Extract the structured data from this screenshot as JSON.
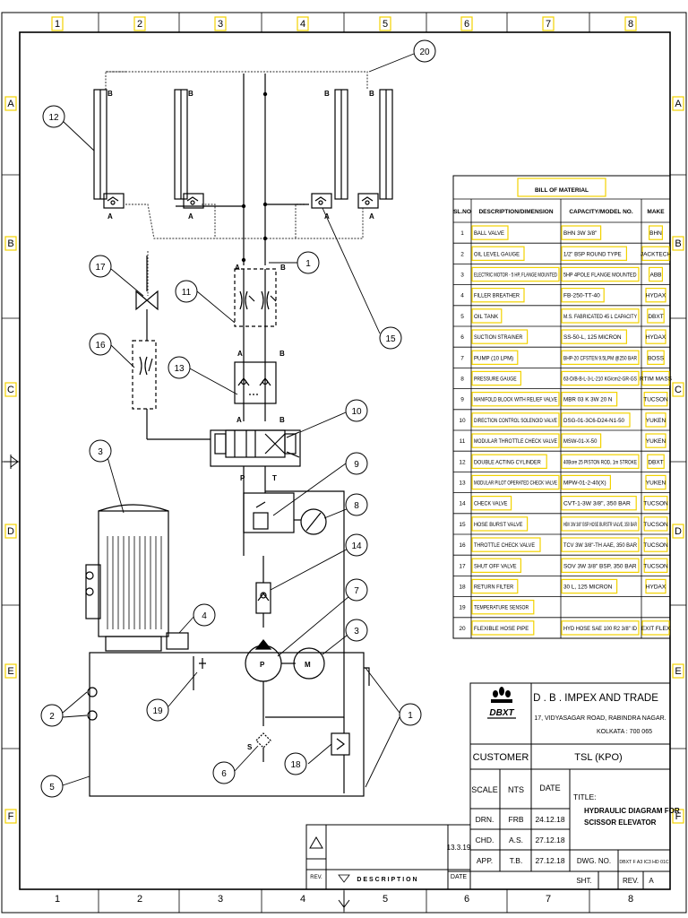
{
  "grid": {
    "columns": [
      "1",
      "2",
      "3",
      "4",
      "5",
      "6",
      "7",
      "8"
    ],
    "rows": [
      "A",
      "B",
      "C",
      "D",
      "E",
      "F"
    ]
  },
  "ports": {
    "B": "B",
    "A": "A",
    "P": "P",
    "T": "T",
    "S": "S",
    "pump": "P",
    "motor": "M"
  },
  "balloons": {
    "b20": "20",
    "b12": "12",
    "b1_top": "1",
    "b17": "17",
    "b11": "11",
    "b15": "15",
    "b16": "16",
    "b13": "13",
    "b10": "10",
    "b3_top": "3",
    "b9": "9",
    "b8": "8",
    "b14": "14",
    "b4": "4",
    "b7": "7",
    "b3_mid": "3",
    "b2": "2",
    "b19": "19",
    "b1_right": "1",
    "b5": "5",
    "b6": "6",
    "b18": "18"
  },
  "bom": {
    "title": "BILL OF MATERIAL",
    "headers": [
      "SL.NO",
      "DESCRIPTION/DIMENSION",
      "CAPACITY/MODEL NO.",
      "MAKE"
    ],
    "rows": [
      [
        "1",
        "BALL VALVE",
        "BHN 3W 3/8\"",
        "BHN"
      ],
      [
        "2",
        "OIL LEVEL GAUGE",
        "1/2\" BSP ROUND TYPE",
        "JACKTECH"
      ],
      [
        "3",
        "ELECTRIC MOTOR - 5 HP, FLANGE MOUNTED",
        "5HP 4POLE FLANGE MOUNTED",
        "ABB"
      ],
      [
        "4",
        "FILLER BREATHER",
        "FB-250-TT-40",
        "HYDAX"
      ],
      [
        "5",
        "OIL TANK",
        "M.S. FABRICATED 45 L CAPACITY",
        "DBXT"
      ],
      [
        "6",
        "SUCTION STRAINER",
        "SS-50-L, 125 MICRON",
        "HYDAX"
      ],
      [
        "7",
        "PUMP (10 LPM)",
        "BHP-20 CFSTEN 9.5LPM @250 BAR",
        "BOSS"
      ],
      [
        "8",
        "PRESSURE GAUGE",
        "63-D/B-B-L-3-L-210 KG/cm2-GR-GS",
        "RTIM MASS"
      ],
      [
        "9",
        "MANIFOLD BLOCK WITH RELIEF VALVE",
        "MBR 03 K 3W 20 N",
        "TUCSON"
      ],
      [
        "10",
        "DIRECTION CONTROL SOLENOID VALVE",
        "DSG-01-3C6-D24-N1-50",
        "YUKEN"
      ],
      [
        "11",
        "MODULAR THROTTLE CHECK VALVE",
        "MSW-01-X-50",
        "YUKEN"
      ],
      [
        "12",
        "DOUBLE ACTING CYLINDER",
        "40Bore 25 PISTON ROD, 1m STROKE",
        "DBXT"
      ],
      [
        "13",
        "MODULAR PILOT OPERATED CHECK VALVE",
        "MPW-01-2-40(X)",
        "YUKEN"
      ],
      [
        "14",
        "CHECK VALVE",
        "CVT-1-3W 3/8\", 350 BAR",
        "TUCSON"
      ],
      [
        "15",
        "HOSE BURST VALVE",
        "HBV 3W 3/8\" BSP HOSE BURSTR VALVE, 350 BAR",
        "TUCSON"
      ],
      [
        "16",
        "THROTTLE CHECK VALVE",
        "TCV 3W 3/8\"-TH AAE, 350 BAR",
        "TUCSON"
      ],
      [
        "17",
        "SHUT OFF VALVE",
        "SOV 3W 3/8\" BSP, 350 BAR",
        "TUCSON"
      ],
      [
        "18",
        "RETURN FILTER",
        "30 L, 125 MICRON",
        "HYDAX"
      ],
      [
        "19",
        "TEMPERATURE SENSOR",
        "",
        ""
      ],
      [
        "20",
        "FLEXIBLE HOSE PIPE",
        "HYD HOSE SAE 100 R2 3/8\" ID",
        "EXIT FLEX"
      ]
    ]
  },
  "company": {
    "logo_text": "DBXT",
    "name": "D . B . IMPEX AND TRADE",
    "address1": "17, VIDYASAGAR ROAD, RABINDRA NAGAR.",
    "address2": "KOLKATA : 700 065"
  },
  "titleblock": {
    "customer_label": "CUSTOMER",
    "customer_value": "TSL (KPO)",
    "scale_label": "SCALE",
    "scale_value": "NTS",
    "date_label": "DATE",
    "title_label": "TITLE:",
    "title_line1": "HYDRAULIC DIAGRAM FOR",
    "title_line2": "SCISSOR ELEVATOR",
    "drn_label": "DRN.",
    "drn_by": "FRB",
    "drn_date": "24.12.18",
    "chd_label": "CHD.",
    "chd_by": "A.S.",
    "chd_date": "27.12.18",
    "app_label": "APP.",
    "app_by": "T.B.",
    "app_date": "27.12.18",
    "dwg_label": "DWG. NO.",
    "dwg_value": "DBXT F A3 IC3 HD 01C",
    "sht_label": "SHT.",
    "rev_label": "REV.",
    "rev_value": "A"
  },
  "revision": {
    "date_value": "13.3.19",
    "rev_col": "REV.",
    "description_col": "D E S C R I P T I O N",
    "date_col": "DATE"
  }
}
